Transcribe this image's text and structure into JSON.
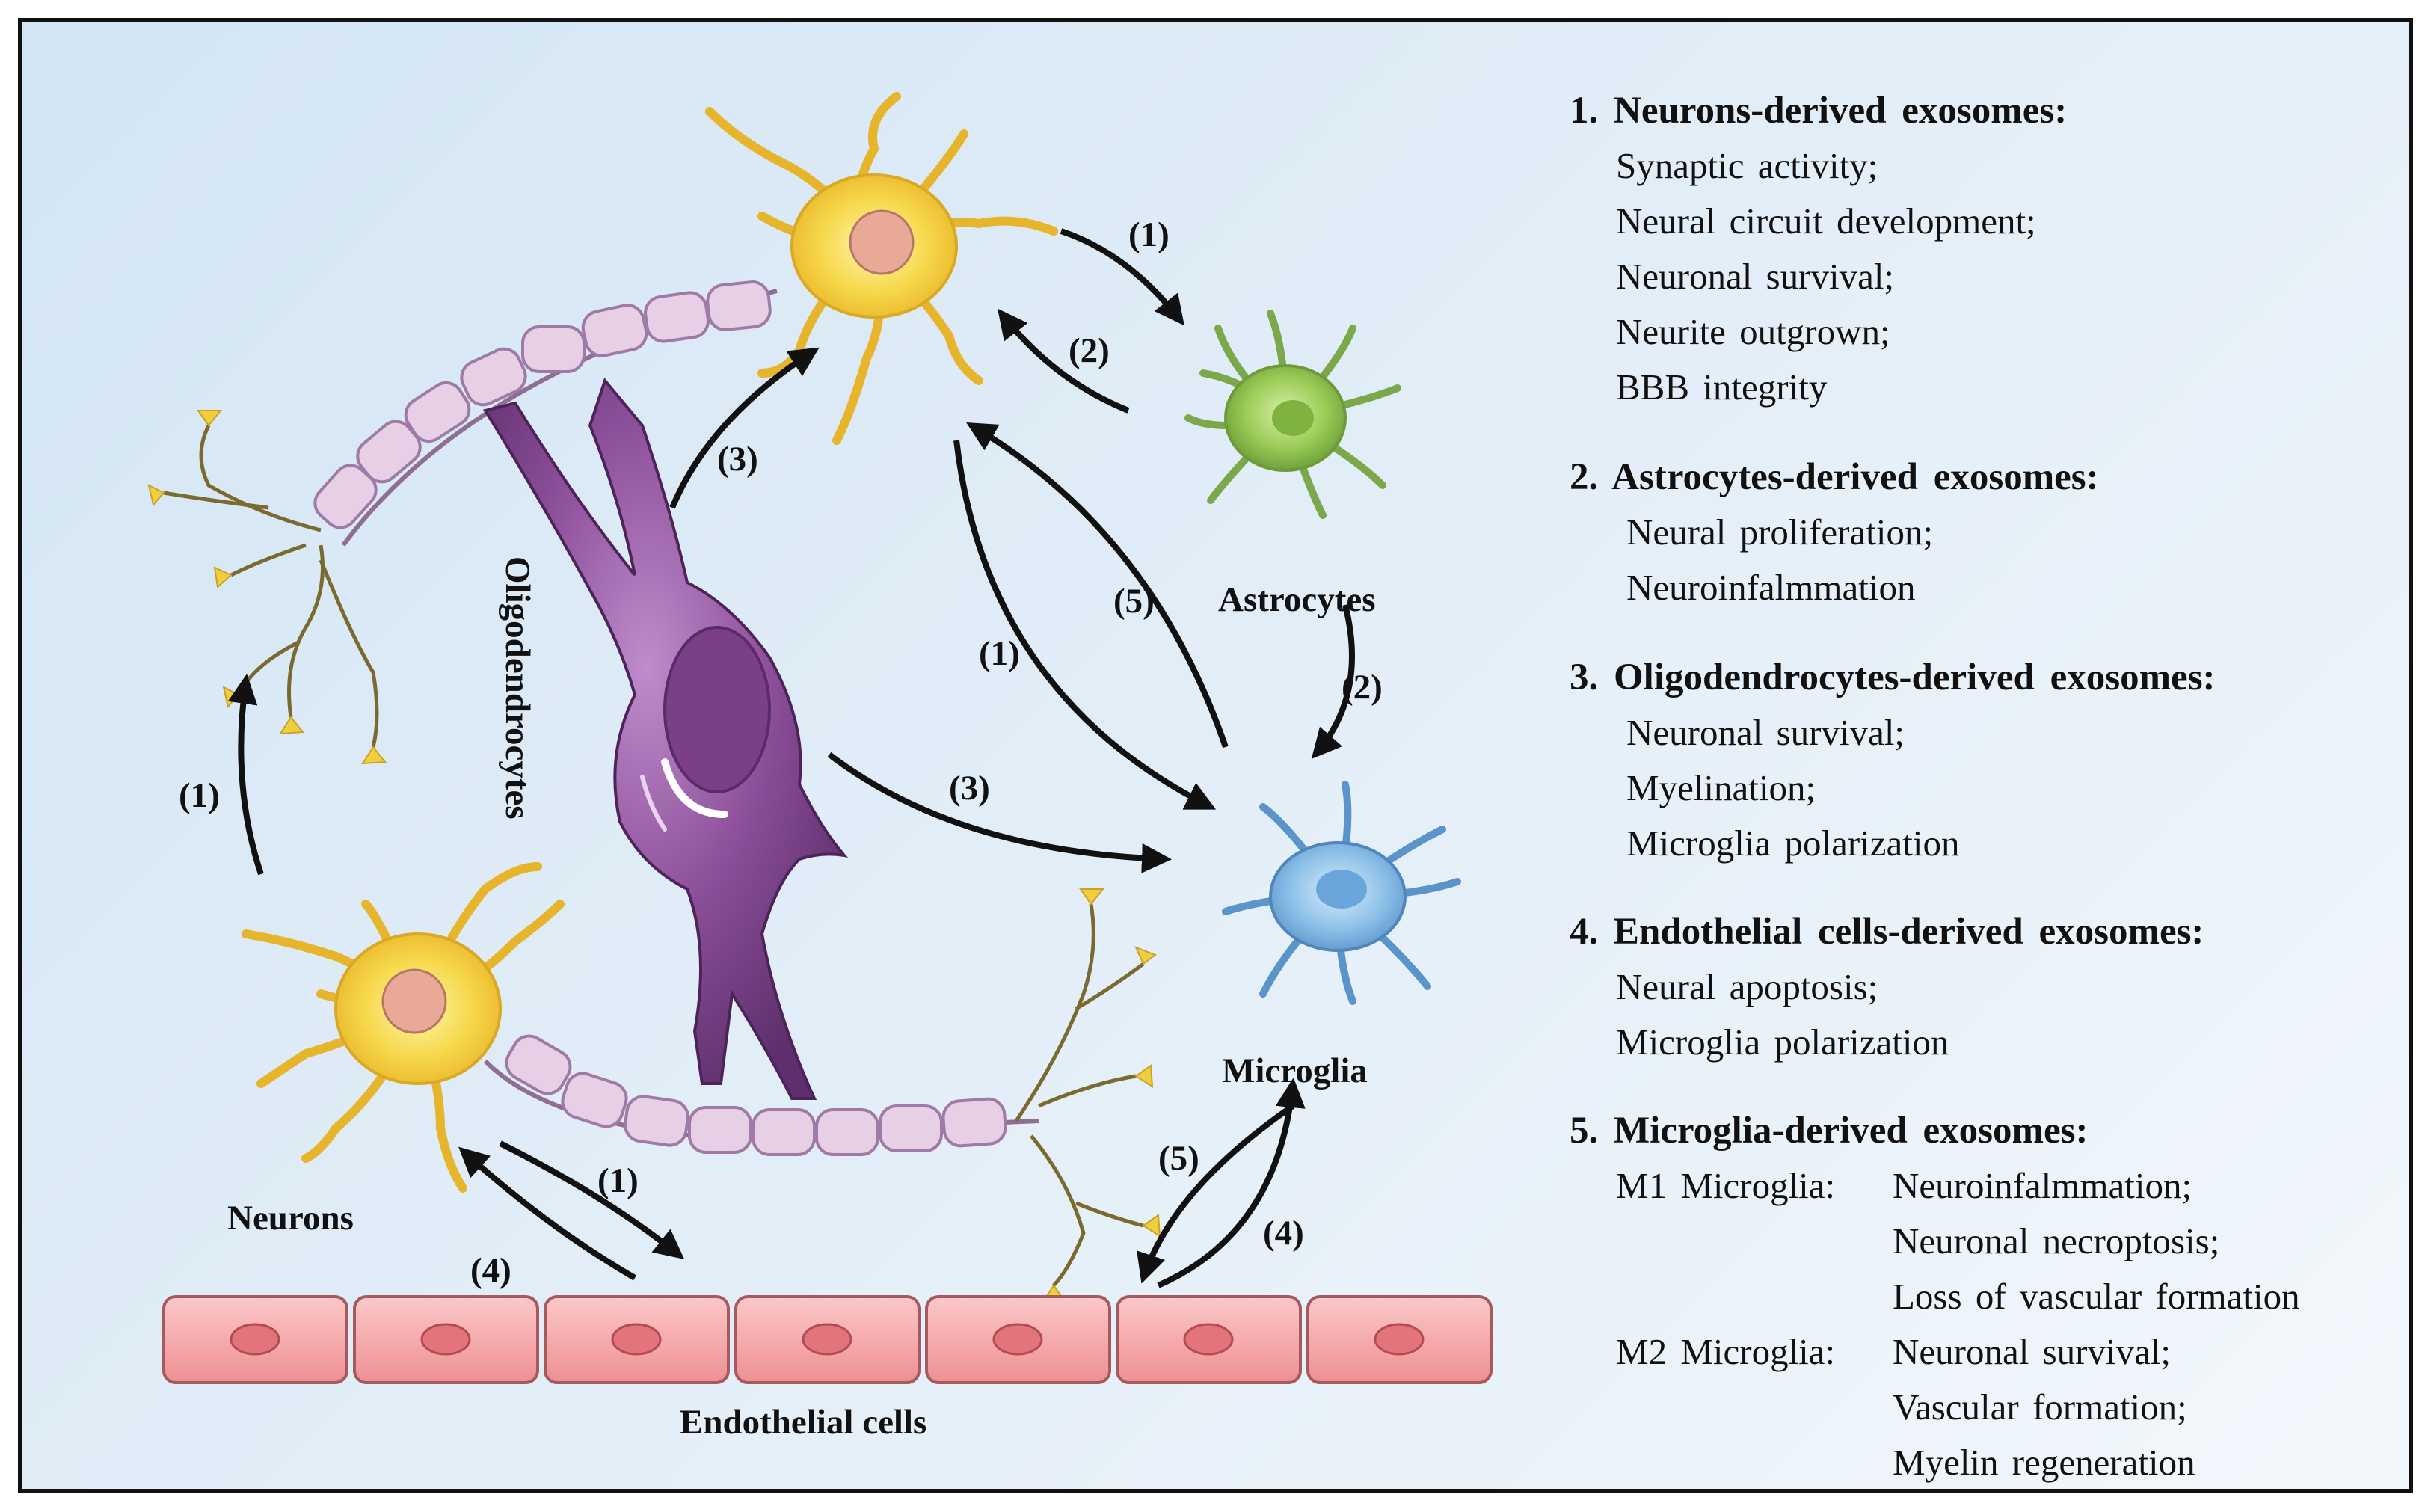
{
  "cells": {
    "neurons": "Neurons",
    "oligodendrocytes": "Oligodendrocytes",
    "astrocytes": "Astrocytes",
    "microglia": "Microglia",
    "endothelial": "Endothelial cells"
  },
  "arrows": {
    "neuron_to_axon": "(1)",
    "neuron_to_endothelial": "(1)",
    "endothelial_to_neuron": "(4)",
    "olig_to_neuron": "(3)",
    "olig_to_microglia": "(3)",
    "neuron_to_astro": "(1)",
    "astro_to_neuron": "(2)",
    "astro_to_microglia": "(2)",
    "neuron_to_microglia": "(1)",
    "microglia_to_neuron": "(5)",
    "microglia_to_endothelial": "(5)",
    "endothelial_to_microglia": "(4)"
  },
  "legend": [
    {
      "title": "1. Neurons-derived exosomes:",
      "items": [
        "Synaptic activity;",
        "Neural circuit development;",
        "Neuronal survival;",
        "Neurite outgrown;",
        "BBB integrity"
      ]
    },
    {
      "title": "2. Astrocytes-derived exosomes:",
      "items": [
        "Neural proliferation;",
        "Neuroinfalmmation"
      ]
    },
    {
      "title": "3. Oligodendrocytes-derived exosomes:",
      "items": [
        "Neuronal survival;",
        "Myelination;",
        "Microglia polarization"
      ]
    },
    {
      "title": "4. Endothelial cells-derived exosomes:",
      "items": [
        "Neural apoptosis;",
        "Microglia polarization"
      ]
    },
    {
      "title": "5. Microglia-derived exosomes:",
      "m1_label": "M1 Microglia:",
      "m1_items": [
        "Neuroinfalmmation;",
        "Neuronal necroptosis;",
        "Loss of vascular formation"
      ],
      "m2_label": "M2 Microglia:",
      "m2_items": [
        "Neuronal survival;",
        "Vascular formation;",
        "Myelin regeneration"
      ]
    }
  ],
  "colors": {
    "neuron": "#f6d84a",
    "myelin": "#e7cfe6",
    "oligodendrocyte": "#8a4d97",
    "astrocyte": "#8cbf4a",
    "microglia": "#7ab3e0",
    "endothelial": "#f2a3a6"
  }
}
